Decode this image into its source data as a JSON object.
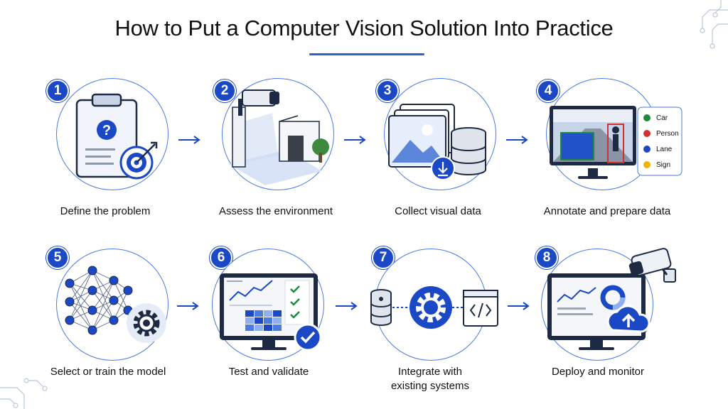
{
  "title": "How to Put a Computer Vision Solution Into Practice",
  "steps": [
    {
      "num": "1",
      "label": "Define the problem"
    },
    {
      "num": "2",
      "label": "Assess the environment"
    },
    {
      "num": "3",
      "label": "Collect visual data"
    },
    {
      "num": "4",
      "label": "Annotate and prepare data"
    },
    {
      "num": "5",
      "label": "Select or train the model"
    },
    {
      "num": "6",
      "label": "Test and validate"
    },
    {
      "num": "7",
      "label_line1": "Integrate with",
      "label_line2": "existing systems"
    },
    {
      "num": "8",
      "label": "Deploy and monitor"
    }
  ],
  "legend": [
    {
      "name": "Car",
      "color": "#1f8a3a"
    },
    {
      "name": "Person",
      "color": "#d0312d"
    },
    {
      "name": "Lane",
      "color": "#1b49c5"
    },
    {
      "name": "Sign",
      "color": "#f0b400"
    }
  ],
  "icons": {
    "step1": "clipboard-question-target-icon",
    "step2": "security-camera-building-icon",
    "step3": "images-database-download-icon",
    "step4": "annotated-monitor-icon",
    "step5": "neural-network-gear-icon",
    "step6": "dashboard-checkmark-icon",
    "step7": "database-gear-code-icon",
    "step8": "dashboard-cloud-camera-icon"
  },
  "colors": {
    "accent": "#1b49c5",
    "outline": "#4a7be0"
  }
}
